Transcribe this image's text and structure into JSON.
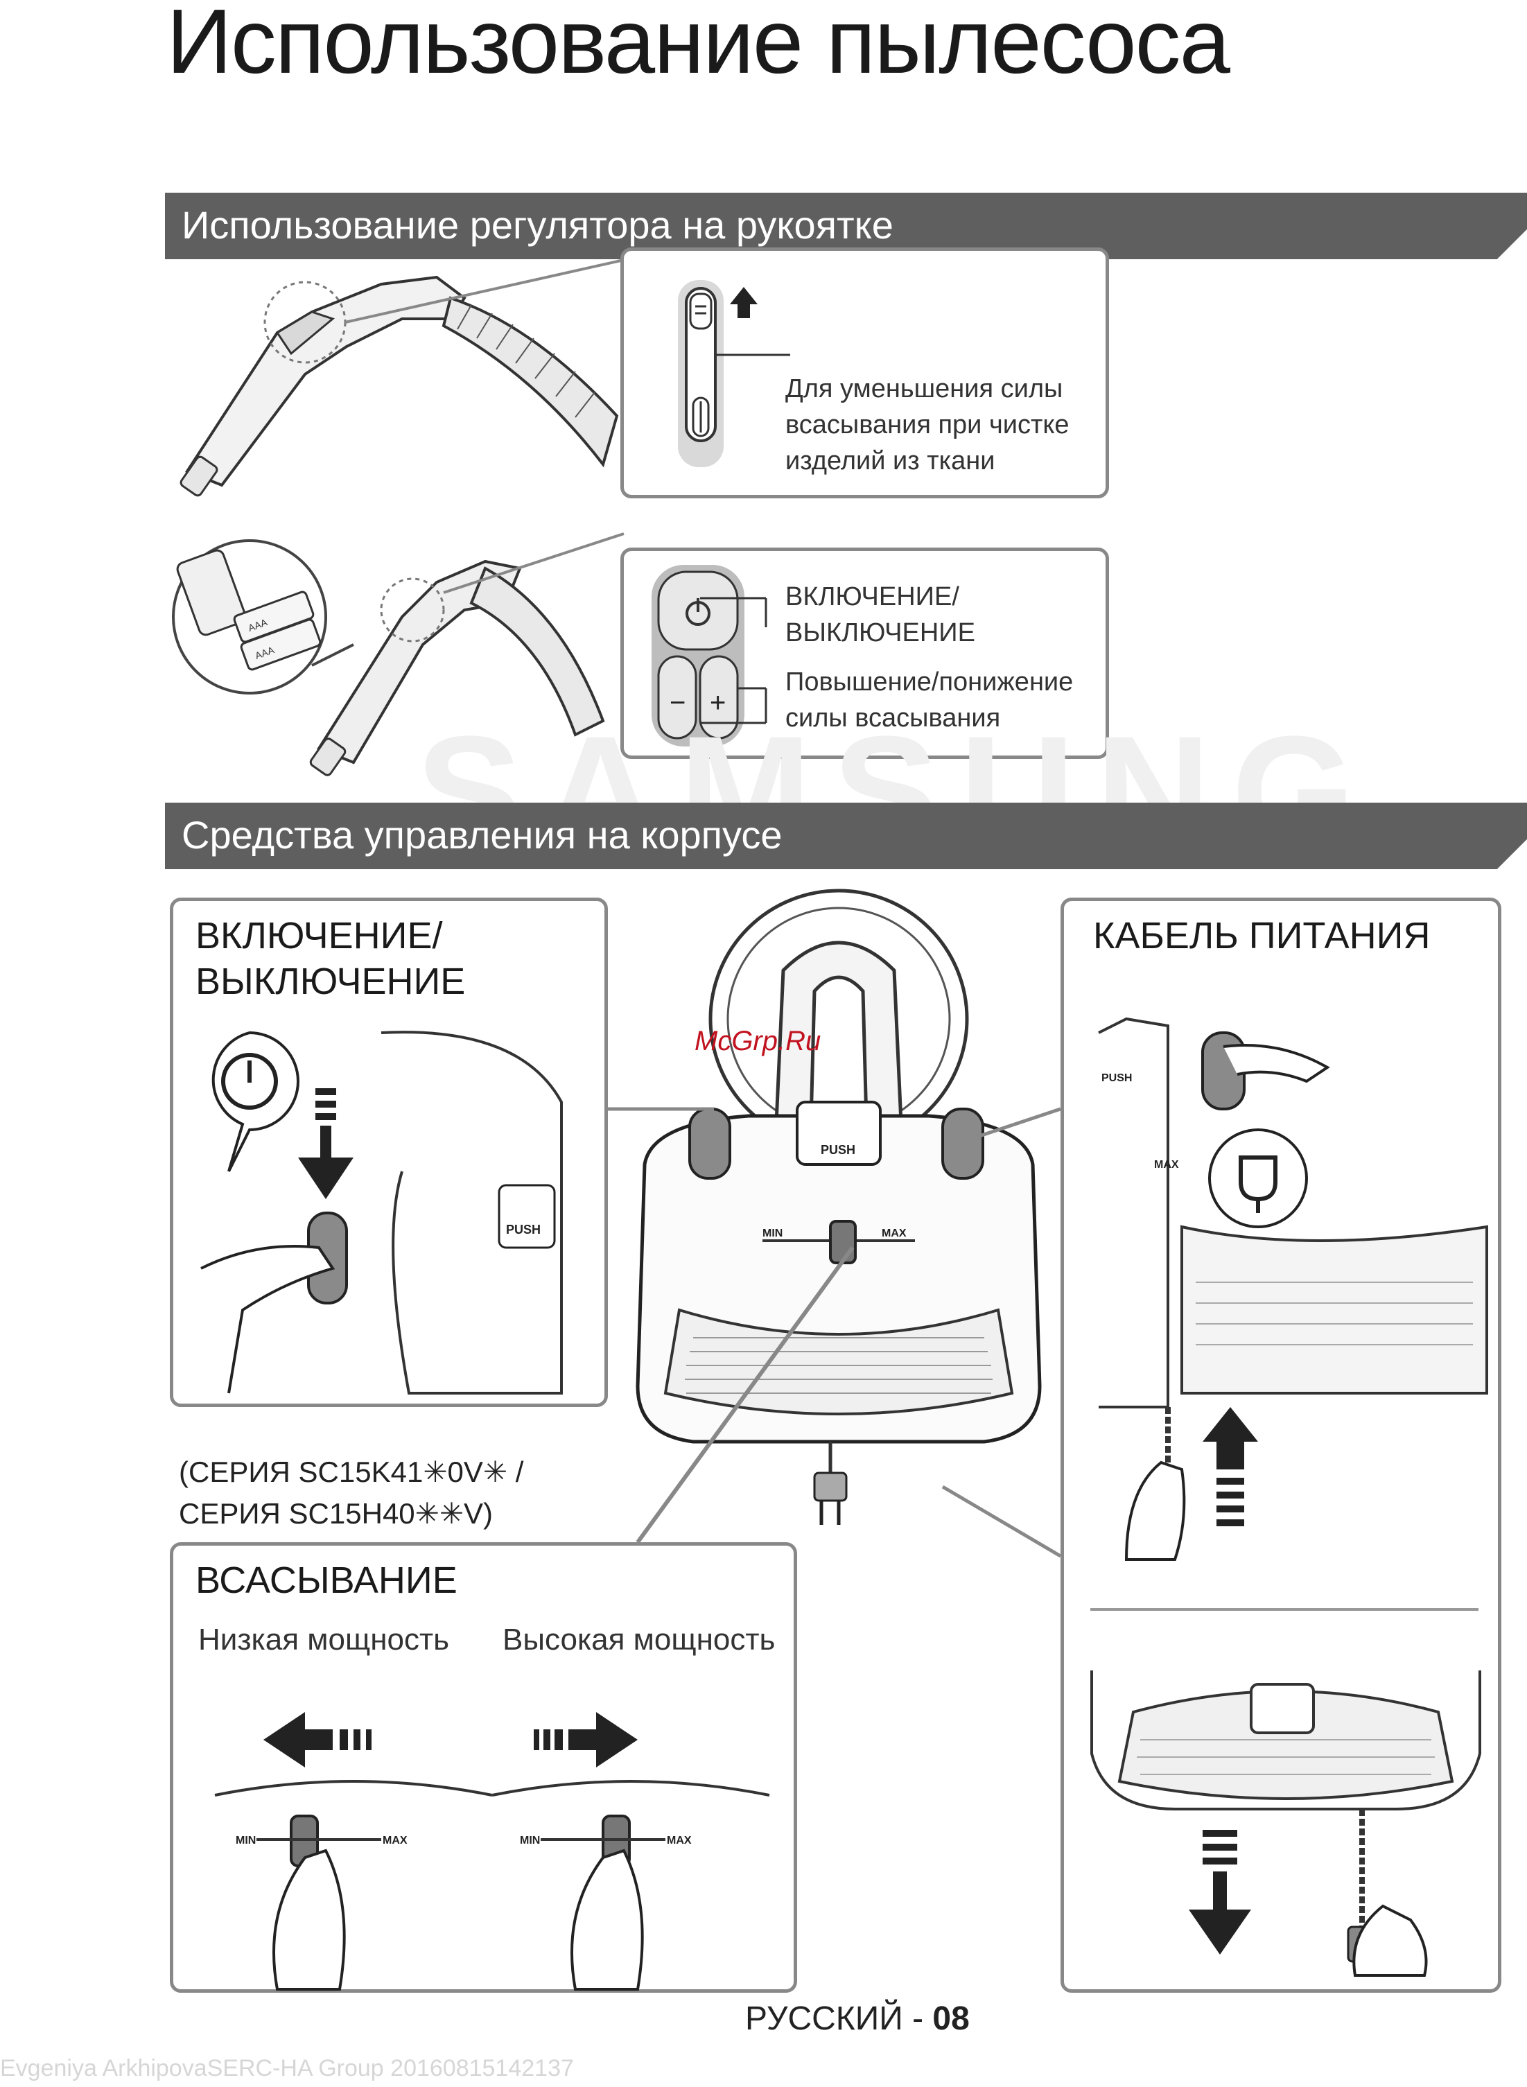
{
  "page": {
    "title": "Использование пылесоса",
    "footer_label": "РУССКИЙ - ",
    "footer_number": "08",
    "site_watermark": "McGrp.Ru",
    "brand_watermark": "SAMSUNG",
    "bottom_watermark": "Evgeniya ArkhipovaSERC-HA Group 20160815142137"
  },
  "section_handle": {
    "heading": "Использование регулятора на рукоятке",
    "slider_box": {
      "lines": [
        "Для уменьшения силы",
        "всасывания при чистке",
        "изделий из ткани"
      ]
    },
    "button_box": {
      "power_lines": [
        "ВКЛЮЧЕНИЕ/",
        "ВЫКЛЮЧЕНИЕ"
      ],
      "suction_lines": [
        "Повышение/понижение",
        "силы всасывания"
      ],
      "minus_symbol": "−",
      "plus_symbol": "+",
      "remote_labels": [
        "AAA",
        "AAA"
      ]
    }
  },
  "section_body": {
    "heading": "Средства управления на корпусе",
    "power_box": {
      "heading_lines": [
        "ВКЛЮЧЕНИЕ/",
        "ВЫКЛЮЧЕНИЕ"
      ],
      "push_label": "PUSH"
    },
    "series_lines": [
      "(СЕРИЯ SC15K41✳0V✳ /",
      "СЕРИЯ SC15H40✳✳V)"
    ],
    "suction_box": {
      "heading": "ВСАСЫВАНИЕ",
      "low_label": "Низкая мощность",
      "high_label": "Высокая мощность",
      "min_label": "MIN",
      "max_label": "MAX"
    },
    "cable_box": {
      "heading": "КАБЕЛЬ ПИТАНИЯ",
      "push_label": "PUSH",
      "max_label": "MAX"
    },
    "vacuum": {
      "push_label": "PUSH",
      "min_label": "MIN",
      "max_label": "MAX"
    }
  }
}
